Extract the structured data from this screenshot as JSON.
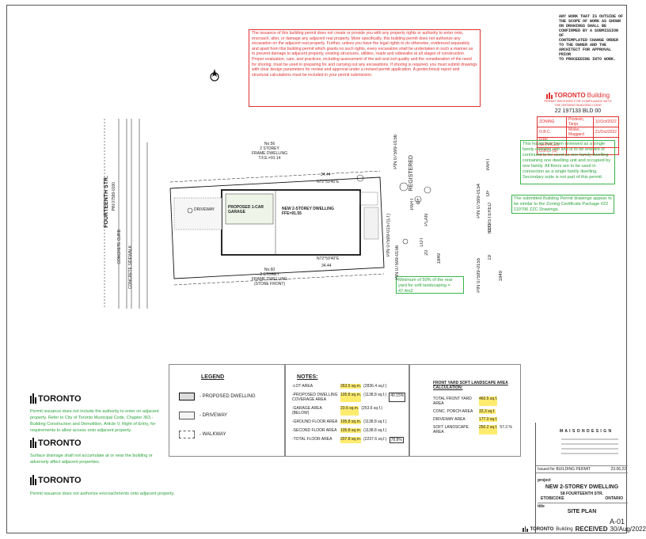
{
  "top_note": [
    "ANY WORK THAT IS OUTSIDE OF",
    "THE SCOPE OF WORK AS SHOWN",
    "ON DRAWINGS SHALL BE",
    "CONFIRMED BY A SUBMISSION OF",
    "CONTEMPLATED CHANGE ORDER",
    "TO THE OWNER AND THE",
    "ARCHITECT FOR APPROVAL PRIOR",
    "TO PROCEEDING INTO WORK."
  ],
  "permit_notice": "The issuance of this building permit does not create or provide you with any property rights or authority to enter onto, encroach, alter, or damage any adjacent real property. More specifically, this building permit does not authorize any excavation on the adjacent real property. Further, unless you have the legal rights to do otherwise, evidenced separately and apart from this building permit which grants no such rights, every excavation shall be undertaken in such a manner as to prevent damage to adjacent property, existing structures, utilities, roads and sidewalks at all stages of construction. Proper evaluation, care, and practices, including assessment of the soil and soil quality and the consideration of the need for shoring, must be used in preparing for and carrying out any excavations. If shoring is required, you must submit drawings with clear design parameters for review and approval under a revised permit application. A geotechnical report and structural calculations must be included in your permit submission.",
  "stamp": {
    "logo": "TORONTO",
    "logo_sub": "Building",
    "line1": "PERMIT RECEIVED FOR COMPLIANCE WITH",
    "line2": "THE ONTARIO BUILDING CODE",
    "permit_no": "22 197133 BLD 00",
    "rows": [
      {
        "label": "ZONING",
        "name": "Pristevic, Tanja",
        "date": "11/Oct/2022"
      },
      {
        "label": "O.B.C.",
        "name": "Molter, Maggard",
        "date": "21/Oct/2022"
      },
      {
        "label": "FIRE SERVICES",
        "name": "",
        "date": ""
      },
      {
        "label": "O.B.C. (S)",
        "name": "",
        "date": ""
      }
    ]
  },
  "green_notes": {
    "single_family": "This house has been reviewed as a single family dwelling unit and is to be erected or continued to be used as one-family dwelling containing one dwelling unit and occupied by one family. All floors are to be used in connection as a single family dwelling. Secondary suite is not part of this permit.",
    "zoning_cert": "The submitted Building Permit drawings appear to be similar to the Zoning Certificate Package #22 110706 ZZC Drawings.",
    "landscaping": "Minimum of 50% of the rear yard for soft landscaping = 47.4m2",
    "landscaping_area_note": "",
    "authority": "Permit issuance does not include the authority to enter on adjacent property. Refer to City of Toronto Municipal Code, Chapter 363 - Building Construction and Demolition, Article V, Right of Entry, for requirements to allow access onto adjacent property.",
    "drainage": "Surface drainage shall not accumulate at or near the building or adversely affect adjacent properties.",
    "encroachments": "Permit issuance does not authorize encroachments onto adjacent property."
  },
  "toronto_logo": "TORONTO",
  "site": {
    "street": "FOURTEENTH STR.",
    "street_pin": "PIN 07599-0190",
    "registered_plan": "REGISTERED",
    "plan_lot_20": [
      "PART",
      "OF",
      "LOT",
      "20"
    ],
    "plan_lot_19": [
      "PART",
      "OF",
      "LOT",
      "19"
    ],
    "plan_word": "PLAN",
    "plan_no": "1849",
    "pin_0156_top": "PIN 07599-0156",
    "pin_0156_bot": "PIN 07599-0156",
    "pin_0155": "PIN 07599-0155",
    "pin_0154": "PIN 07599-0154",
    "pin_0157": "PIN 07599-0157(LT)",
    "bearing_top": "N72°59'40\"E",
    "bearing_bot": "N72°59'40\"E",
    "dim_top": "34.44",
    "dim_bot": "34.44",
    "neighbor_top": [
      "No.56",
      "2 STOREY",
      "FRAME DWELLING",
      "T.F.E.=91.14"
    ],
    "neighbor_bot": [
      "No.60",
      "2 STOREY",
      "FRAME DWELLING",
      "(STONE FRONT)"
    ],
    "garage_label": [
      "PROPOSED 1-CAR",
      "GARAGE"
    ],
    "dwelling_label": [
      "NEW 2-STOREY DWELLING",
      "FFE=91.55"
    ],
    "driveway_label": "DRIVEWAY",
    "concrete_curb": "CONCRETE CURB",
    "concrete_sidewalk": "CONCRETE SIDEWALK"
  },
  "legend": {
    "title": "LEGEND",
    "items": [
      "- PROPOSED DWELLING",
      "- DRIVEWAY",
      "- WALKWAY"
    ]
  },
  "notes": {
    "title": "NOTES:",
    "rows": [
      {
        "label": "-LOT AREA",
        "m2": "263.5 sq.m.",
        "ft": "(2836.4 sq.f.)",
        "pct": ""
      },
      {
        "label": "-PROPOSED DWELLING COVERAGE AREA",
        "m2": "105.8 sq.m.",
        "ft": "(1138.8 sq.f.)",
        "pct": "40.15%"
      },
      {
        "label": "-GARAGE AREA (BELOW)",
        "m2": "23.6 sq.m.",
        "ft": "(253.6 sq.f.)",
        "pct": ""
      },
      {
        "label": "-GROUND FLOOR AREA",
        "m2": "105.8 sq.m.",
        "ft": "(1138.8 sq.f.)",
        "pct": ""
      },
      {
        "label": "-SECOND FLOOR AREA",
        "m2": "105.8 sq.m.",
        "ft": "(1138.8 sq.f.)",
        "pct": ""
      },
      {
        "label": "-TOTAL FLOOR AREA",
        "m2": "207.8 sq.m.",
        "ft": "(2237.6 sq.f.)",
        "pct": "78.8%"
      }
    ]
  },
  "front_yard": {
    "title": [
      "FRONT YARD SOFT LANDSCAPE AREA",
      "CALCULATION:"
    ],
    "rows": [
      {
        "label": "TOTAL FRONT YARD AREA",
        "val": "460.5 sq.f."
      },
      {
        "label": "CONC. PORCH AREA",
        "val": "33.3 sq.f."
      },
      {
        "label": "DRIVEWAY AREA",
        "val": "177.0 sq.f."
      },
      {
        "label": "SOFT LANDSCAPE AREA",
        "val": "250.2 sq.f.",
        "pct": "57.3 %"
      }
    ]
  },
  "title_block": {
    "firm": "M A I S O N   D E S I G N",
    "revision": "Issued for BUILDING PERMIT",
    "revision_date": "23.06.22",
    "project_label": "project",
    "project": "NEW 2-STOREY DWELLING",
    "address": "58 FOURTEENTH STR.",
    "city": "ETOBICOKE",
    "province": "ONTARIO",
    "title_label": "title",
    "title": "SITE PLAN",
    "sheet": "A-01"
  },
  "received": {
    "logo": "TORONTO",
    "sub": "Building",
    "text": "RECEIVED",
    "date": "30/Aug/2022"
  },
  "colors": {
    "red": "#e03030",
    "green": "#39b54a",
    "highlight": "#ffec6e"
  }
}
